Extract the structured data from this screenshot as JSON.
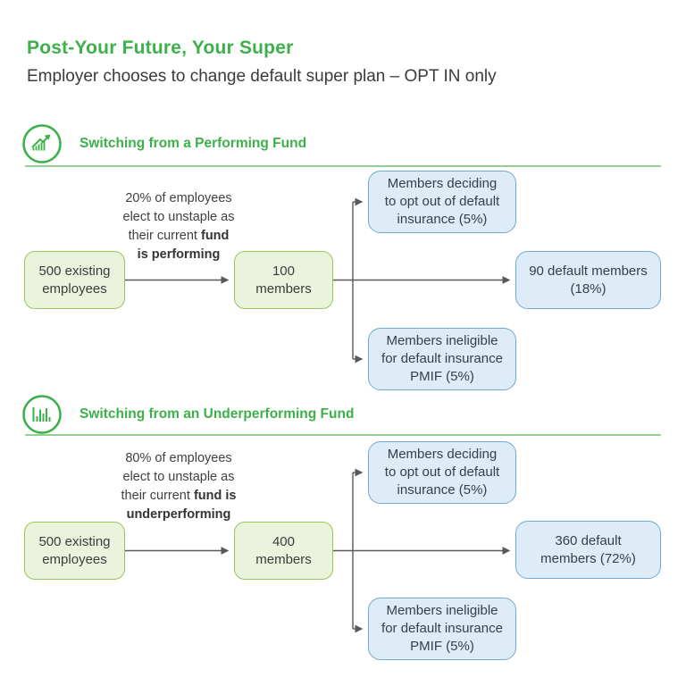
{
  "page": {
    "title": "Post-Your Future, Your Super",
    "subtitle": "Employer chooses to change default super plan – OPT IN only"
  },
  "colors": {
    "accent_green": "#3cb04a",
    "divider_green": "#93cf93",
    "green_box_fill": "#ebf3dc",
    "green_box_border": "#9cc25c",
    "blue_box_fill": "#ddecf7",
    "blue_box_border": "#70aad2",
    "connector_gray": "#58595b",
    "body_text": "#404042"
  },
  "sections": [
    {
      "id": "performing",
      "icon": "growth-chart-icon",
      "header": "Switching from a Performing Fund",
      "note": {
        "l1": "20% of employees",
        "l2": "elect to unstaple as",
        "l3_regular": "their current ",
        "l3_bold": "fund",
        "l4_bold": "is performing"
      },
      "boxes": {
        "source_lines": [
          "500 existing",
          "employees"
        ],
        "mid_lines": [
          "100",
          "members"
        ],
        "opt_out_lines": [
          "Members deciding",
          "to opt out of default",
          "insurance (5%)"
        ],
        "default_lines": [
          "90 default members",
          "(18%)"
        ],
        "ineligible_lines": [
          "Members ineligible",
          "for default insurance",
          "PMIF (5%)"
        ]
      }
    },
    {
      "id": "underperforming",
      "icon": "bar-chart-icon",
      "header": "Switching from an Underperforming Fund",
      "note": {
        "l1": "80% of employees",
        "l2": "elect to unstaple as",
        "l3_regular": "their current ",
        "l3_bold": "fund is",
        "l4_bold": "underperforming"
      },
      "boxes": {
        "source_lines": [
          "500 existing",
          "employees"
        ],
        "mid_lines": [
          "400",
          "members"
        ],
        "opt_out_lines": [
          "Members deciding",
          "to opt out of default",
          "insurance (5%)"
        ],
        "default_lines": [
          "360 default",
          "members (72%)"
        ],
        "ineligible_lines": [
          "Members ineligible",
          "for default insurance",
          "PMIF (5%)"
        ]
      }
    }
  ]
}
